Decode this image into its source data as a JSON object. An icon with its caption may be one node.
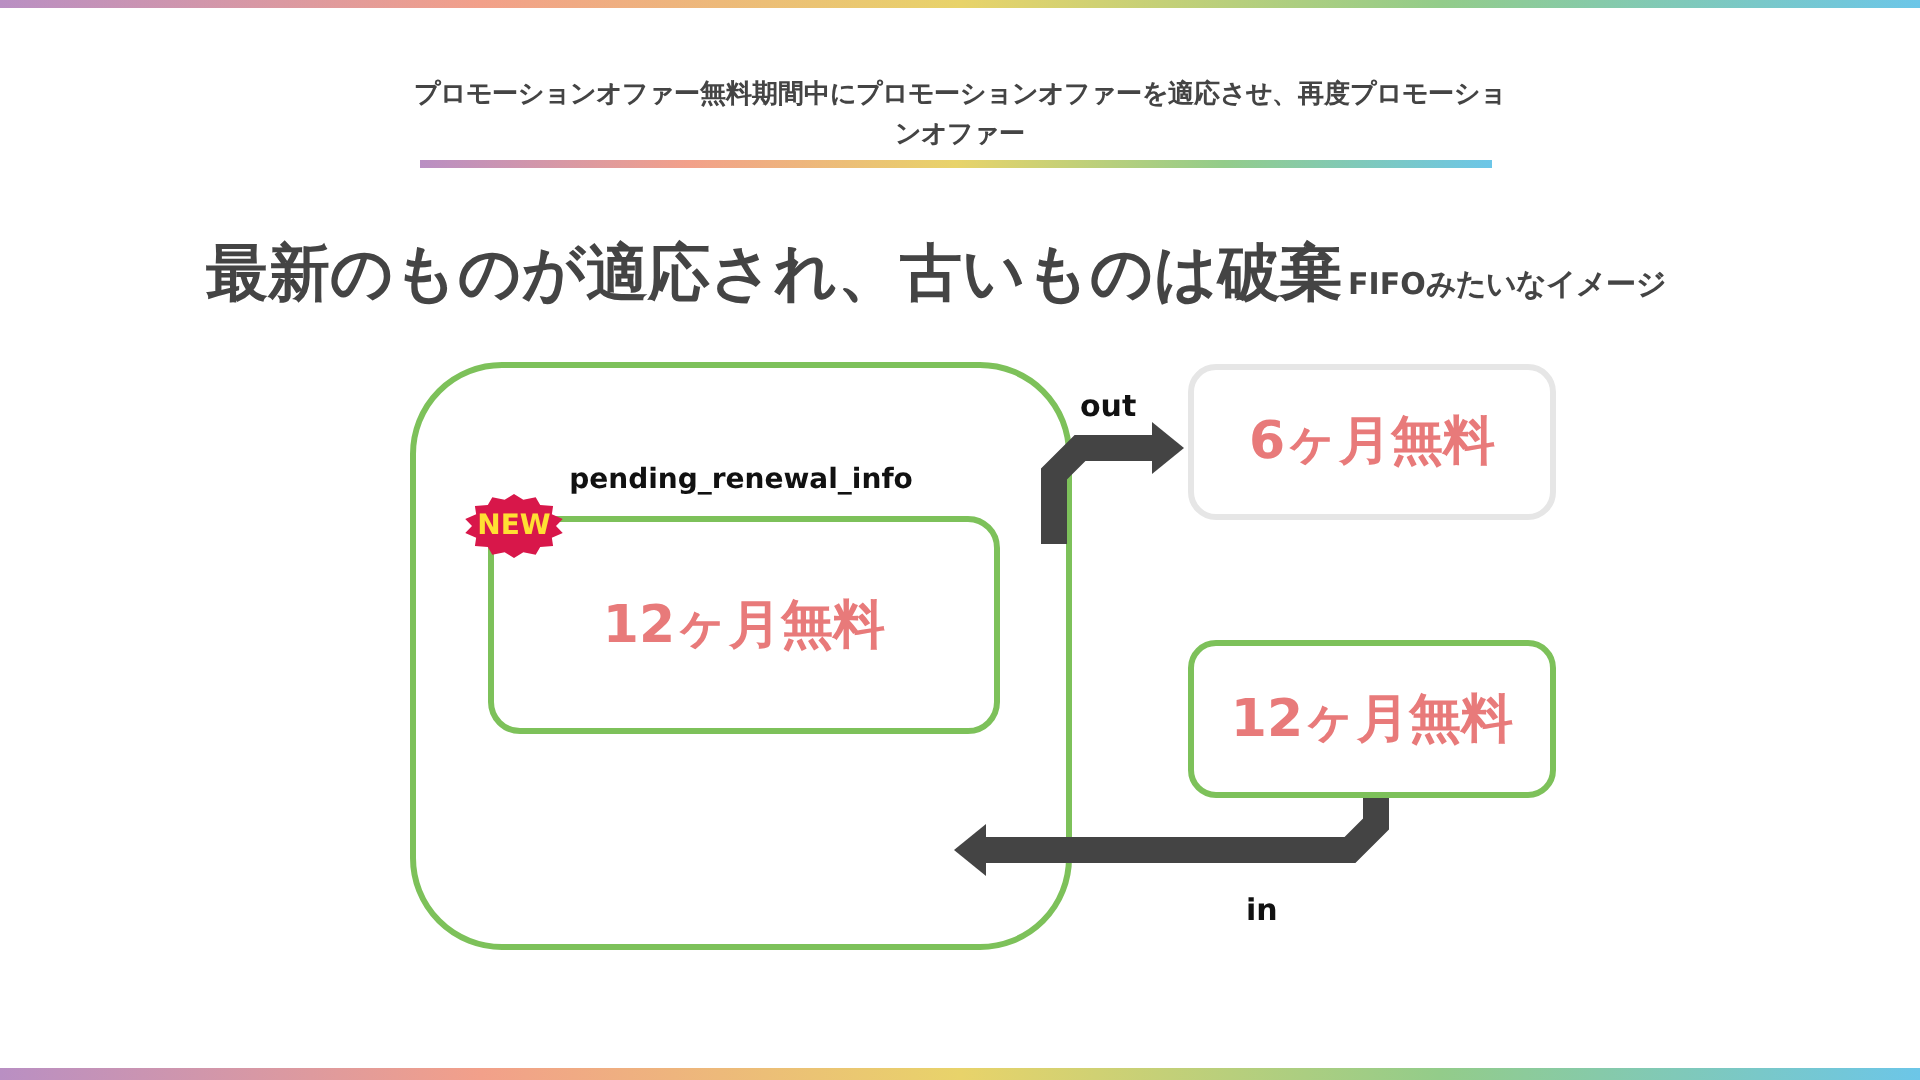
{
  "diagram": {
    "title": "プロモーションオファー無料期間中にプロモーションオファーを適応させ、再度プロモーションオファー",
    "nodes": [
      {
        "text": [
          "pending_renewal_info"
        ]
      },
      {
        "text": [
          "NEW",
          "12ヶ月無料"
        ],
        "in": 0
      },
      {
        "text": [
          "6ヶ月無料"
        ]
      },
      {
        "text": [
          "12ヶ月無料"
        ]
      }
    ],
    "edges": [
      {
        "from": 0,
        "to": 2,
        "arrow": "to",
        "label": "out"
      },
      {
        "from": 3,
        "to": 0,
        "arrow": "to",
        "label": "in"
      }
    ],
    "labels": [
      "最新のものが適応され、古いものは破棄",
      "FIFOみたいなイメージ"
    ]
  }
}
